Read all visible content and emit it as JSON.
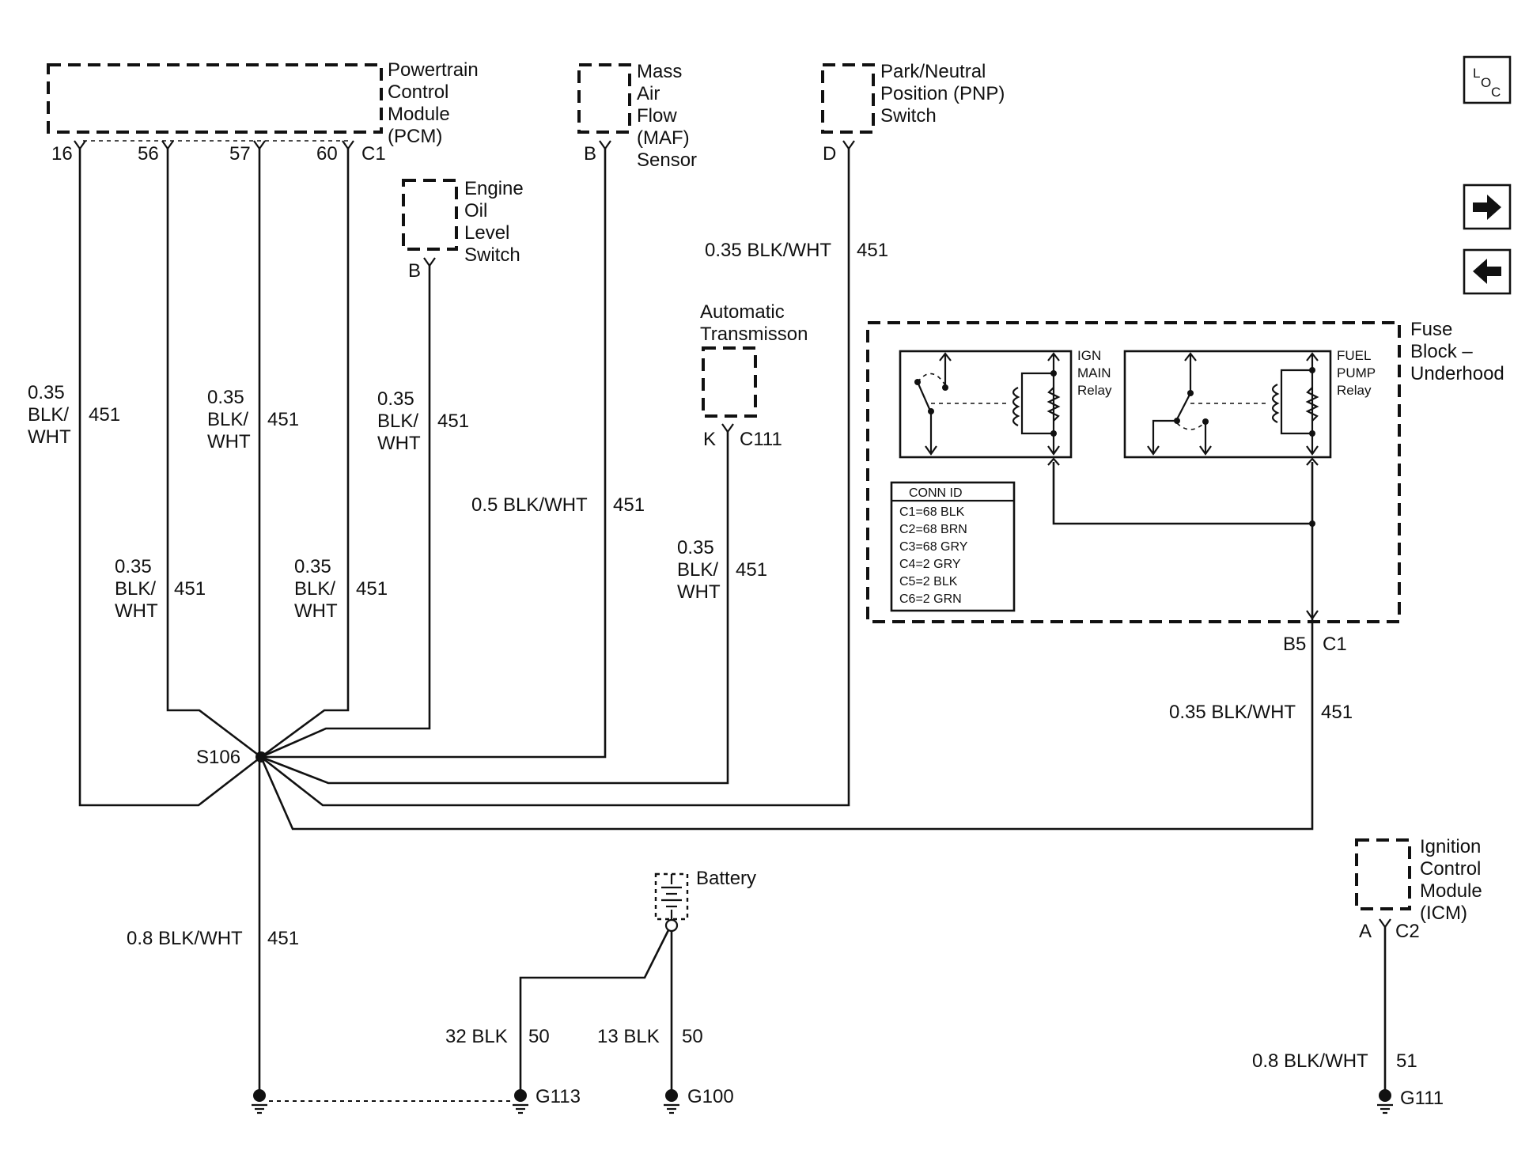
{
  "components": {
    "pcm": {
      "lines": [
        "Powertrain",
        "Control",
        "Module",
        "(PCM)"
      ],
      "pins": [
        "16",
        "56",
        "57",
        "60"
      ],
      "connector": "C1"
    },
    "maf": {
      "lines": [
        "Mass",
        "Air",
        "Flow",
        "(MAF)",
        "Sensor"
      ],
      "pin": "B"
    },
    "pnp": {
      "lines": [
        "Park/Neutral",
        "Position (PNP)",
        "Switch"
      ],
      "pin": "D"
    },
    "oil": {
      "lines": [
        "Engine",
        "Oil",
        "Level",
        "Switch"
      ],
      "pin": "B"
    },
    "trans": {
      "lines": [
        "Automatic",
        "Transmisson"
      ],
      "pin": "K",
      "connector": "C111"
    },
    "fuse_block": {
      "lines": [
        "Fuse",
        "Block –",
        "Underhood"
      ],
      "ign_relay": [
        "IGN",
        "MAIN",
        "Relay"
      ],
      "fuel_relay": [
        "FUEL",
        "PUMP",
        "Relay"
      ],
      "conn_id": {
        "title": "CONN ID",
        "rows": [
          "C1=68 BLK",
          "C2=68 BRN",
          "C3=68 GRY",
          "C4=2 GRY",
          "C5=2 BLK",
          "C6=2 GRN"
        ]
      },
      "pin": "B5",
      "connector": "C1"
    },
    "battery": {
      "label": "Battery"
    },
    "icm": {
      "lines": [
        "Ignition",
        "Control",
        "Module",
        "(ICM)"
      ],
      "pin": "A",
      "connector": "C2"
    }
  },
  "wires": {
    "w16": {
      "lines": [
        "0.35",
        "BLK/",
        "WHT"
      ],
      "circuit": "451"
    },
    "w56": {
      "lines": [
        "0.35",
        "BLK/",
        "WHT"
      ],
      "circuit": "451"
    },
    "w57": {
      "lines": [
        "0.35",
        "BLK/",
        "WHT"
      ],
      "circuit": "451"
    },
    "w60": {
      "lines": [
        "0.35",
        "BLK/",
        "WHT"
      ],
      "circuit": "451"
    },
    "woil": {
      "lines": [
        "0.35",
        "BLK/",
        "WHT"
      ],
      "circuit": "451"
    },
    "wmaf": {
      "label": "0.5 BLK/WHT",
      "circuit": "451"
    },
    "wtrans": {
      "lines": [
        "0.35",
        "BLK/",
        "WHT"
      ],
      "circuit": "451"
    },
    "wpnp": {
      "label": "0.35 BLK/WHT",
      "circuit": "451"
    },
    "wfuse": {
      "label": "0.35 BLK/WHT",
      "circuit": "451"
    },
    "wground": {
      "label": "0.8 BLK/WHT",
      "circuit": "451"
    },
    "wbat32": {
      "label": "32 BLK",
      "circuit": "50"
    },
    "wbat13": {
      "label": "13 BLK",
      "circuit": "50"
    },
    "wicm": {
      "label": "0.8 BLK/WHT",
      "circuit": "51"
    }
  },
  "splice": "S106",
  "grounds": [
    "G113",
    "G100",
    "G111"
  ],
  "nav": {
    "loc": {
      "l": "L",
      "o": "O",
      "c": "C"
    },
    "next": "→",
    "prev": "←"
  }
}
